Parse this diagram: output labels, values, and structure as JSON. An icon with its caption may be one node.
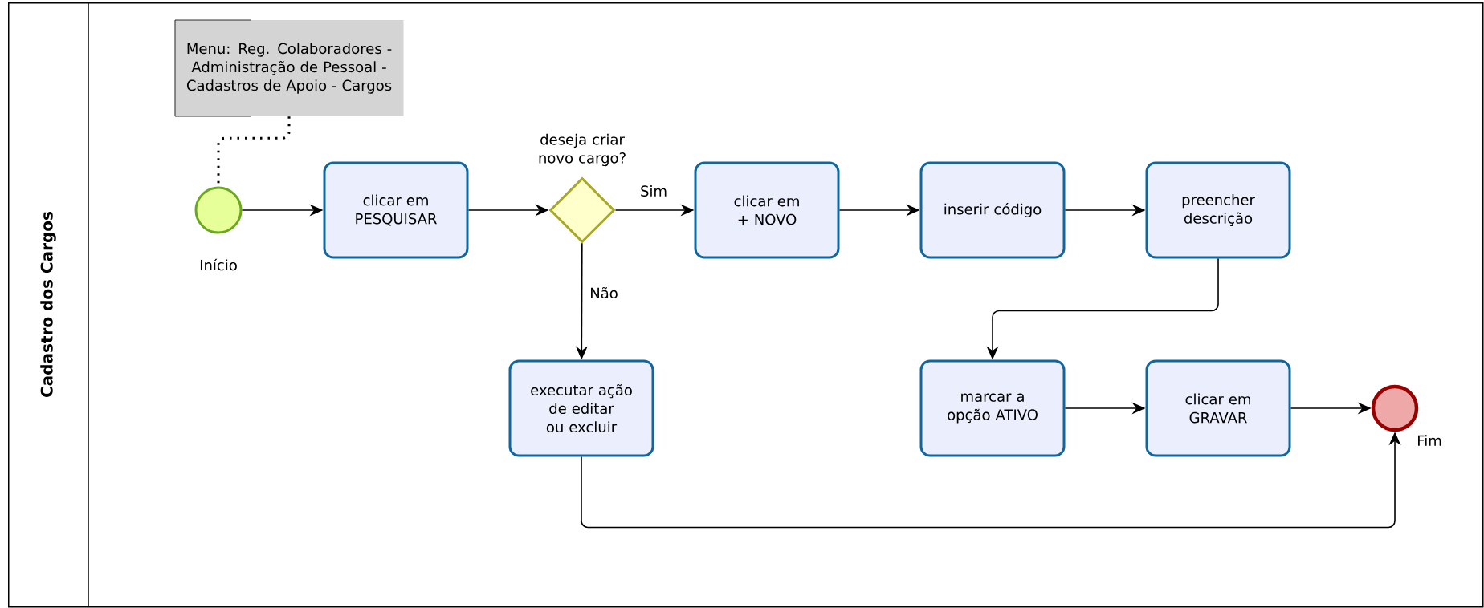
{
  "diagram": {
    "nodes": [
      {
        "text": [
          "Cadastro dos Cargos"
        ]
      },
      {
        "text": [
          "Menu: Reg. Colaboradores - Administração de Pessoal - Cadastros de Apoio - Cargos"
        ],
        "in": 0
      },
      {
        "text": [
          "Início"
        ],
        "in": 0
      },
      {
        "text": [
          "clicar em PESQUISAR"
        ],
        "in": 0
      },
      {
        "text": [
          "deseja criar novo cargo?"
        ],
        "in": 0
      },
      {
        "text": [
          "clicar em + NOVO"
        ],
        "in": 0
      },
      {
        "text": [
          "inserir código"
        ],
        "in": 0
      },
      {
        "text": [
          "preencher descrição"
        ],
        "in": 0
      },
      {
        "text": [
          "executar ação de editar ou excluir"
        ],
        "in": 0
      },
      {
        "text": [
          "marcar a opção ATIVO"
        ],
        "in": 0
      },
      {
        "text": [
          "clicar em GRAVAR"
        ],
        "in": 0
      },
      {
        "text": [
          "Fim"
        ],
        "in": 0
      }
    ],
    "edges": [
      {
        "from": 1,
        "to": 2,
        "arrow": "none",
        "style": "dashed"
      },
      {
        "from": 2,
        "to": 3,
        "arrow": "to"
      },
      {
        "from": 3,
        "to": 4,
        "arrow": "to"
      },
      {
        "from": 4,
        "to": 5,
        "arrow": "to",
        "label": "Sim"
      },
      {
        "from": 4,
        "to": 8,
        "arrow": "to",
        "label": "Não"
      },
      {
        "from": 5,
        "to": 6,
        "arrow": "to"
      },
      {
        "from": 6,
        "to": 7,
        "arrow": "to"
      },
      {
        "from": 7,
        "to": 9,
        "arrow": "to"
      },
      {
        "from": 9,
        "to": 10,
        "arrow": "to"
      },
      {
        "from": 10,
        "to": 11,
        "arrow": "to"
      },
      {
        "from": 8,
        "to": 11,
        "arrow": "to"
      }
    ]
  }
}
